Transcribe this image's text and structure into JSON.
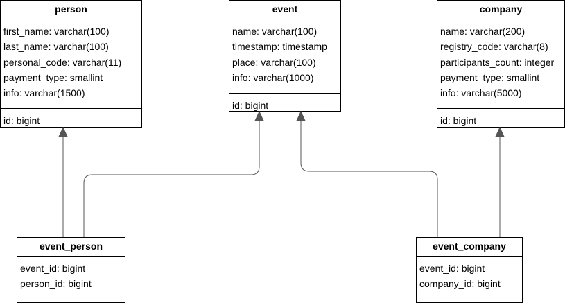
{
  "entities": {
    "person": {
      "title": "person",
      "fields": [
        "first_name: varchar(100)",
        "last_name: varchar(100)",
        "personal_code: varchar(11)",
        "payment_type: smallint",
        "info: varchar(1500)"
      ],
      "key": "id: bigint"
    },
    "event": {
      "title": "event",
      "fields": [
        "name: varchar(100)",
        "timestamp: timestamp",
        "place: varchar(100)",
        "info: varchar(1000)"
      ],
      "key": "id: bigint"
    },
    "company": {
      "title": "company",
      "fields": [
        "name: varchar(200)",
        "registry_code: varchar(8)",
        "participants_count: integer",
        "payment_type: smallint",
        "info: varchar(5000)"
      ],
      "key": "id: bigint"
    },
    "event_person": {
      "title": "event_person",
      "fields": [
        "event_id: bigint",
        "person_id: bigint"
      ]
    },
    "event_company": {
      "title": "event_company",
      "fields": [
        "event_id: bigint",
        "company_id: bigint"
      ]
    }
  },
  "colors": {
    "line": "#000000",
    "connector": "#555555"
  }
}
